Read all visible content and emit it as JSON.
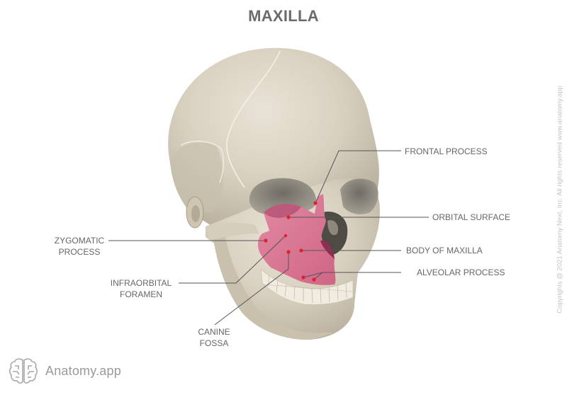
{
  "title": "MAXILLA",
  "copyright": "Copyrights @ 2021 Anatomy Next, Inc. All rights reserved www.anatomy.app",
  "brand": {
    "name": "Anatomy.app",
    "icon": "brain-icon"
  },
  "colors": {
    "title": "#6b6b6b",
    "label_text": "#666666",
    "leader_line": "#555555",
    "pointer_dot": "#e0202a",
    "highlight_maxilla": "#d9728f",
    "bone": "#ddd6c6"
  },
  "labels": {
    "frontal_process": "FRONTAL PROCESS",
    "orbital_surface": "ORBITAL SURFACE",
    "body_of_maxilla": "BODY OF MAXILLA",
    "alveolar_process": "ALVEOLAR PROCESS",
    "zygomatic_process_l1": "ZYGOMATIC",
    "zygomatic_process_l2": "PROCESS",
    "infraorbital_foramen_l1": "INFRAORBITAL",
    "infraorbital_foramen_l2": "FORAMEN",
    "canine_fossa_l1": "CANINE",
    "canine_fossa_l2": "FOSSA"
  }
}
